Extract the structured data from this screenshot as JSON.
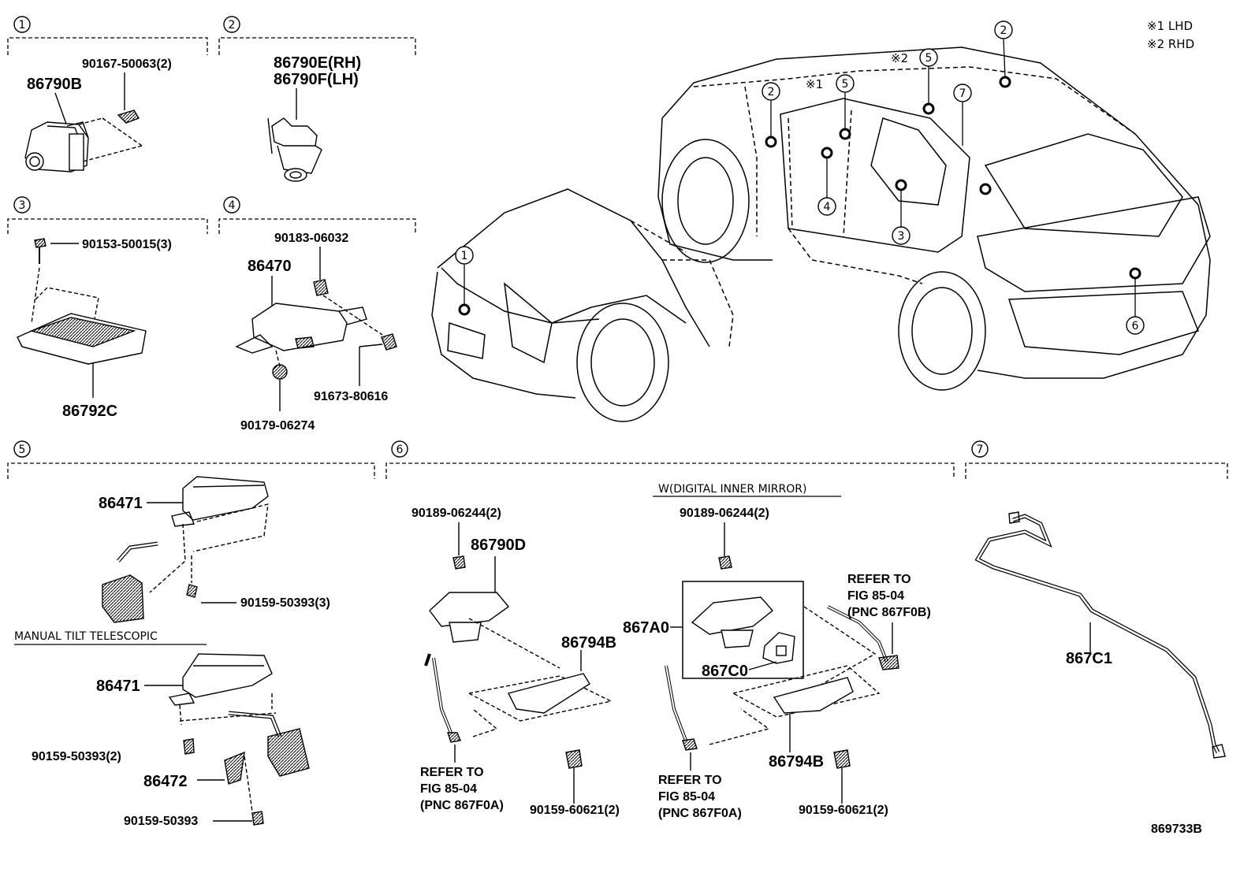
{
  "legend": {
    "lhd": "※1 LHD",
    "rhd": "※2 RHD"
  },
  "figure_id": "869733B",
  "sections": {
    "s1": {
      "num": "1",
      "parts": {
        "main": "86790B",
        "bolt": "90167-50063(2)"
      }
    },
    "s2": {
      "num": "2",
      "parts": {
        "rh": "86790E(RH)",
        "lh": "86790F(LH)"
      }
    },
    "s3": {
      "num": "3",
      "parts": {
        "main": "86792C",
        "bolt": "90153-50015(3)"
      }
    },
    "s4": {
      "num": "4",
      "parts": {
        "main": "86470",
        "clip": "90183-06032",
        "bolt": "91673-80616",
        "nut": "90179-06274"
      }
    },
    "s5": {
      "num": "5",
      "parts": {
        "upper": "86471",
        "screw3": "90159-50393(3)",
        "variant": "MANUAL TILT TELESCOPIC",
        "lower": "86471",
        "screw2": "90159-50393(2)",
        "bracket": "86472",
        "screw": "90159-50393"
      }
    },
    "s6": {
      "num": "6",
      "parts": {
        "clipA": "90189-06244(2)",
        "cam": "86790D",
        "cover": "86794B",
        "screwA": "90159-60621(2)",
        "refA1": "REFER TO",
        "refA2": "FIG 85-04",
        "refA3": "(PNC 867F0A)",
        "variant": "W(DIGITAL INNER MIRROR)",
        "clipB": "90189-06244(2)",
        "camB": "867A0",
        "camC": "867C0",
        "coverB": "86794B",
        "screwB": "90159-60621(2)",
        "refB1": "REFER TO",
        "refB2": "FIG 85-04",
        "refB3": "(PNC 867F0A)",
        "refC1": "REFER TO",
        "refC2": "FIG 85-04",
        "refC3": "(PNC 867F0B)"
      }
    },
    "s7": {
      "num": "7",
      "parts": {
        "cable": "867C1"
      }
    }
  },
  "callouts": [
    {
      "num": "1"
    },
    {
      "num": "2"
    },
    {
      "num": "2"
    },
    {
      "num": "3"
    },
    {
      "num": "4"
    },
    {
      "num": "5"
    },
    {
      "num": "5"
    },
    {
      "num": "6"
    },
    {
      "num": "7"
    }
  ],
  "callout_marks": {
    "m1": "※1",
    "m2": "※2"
  }
}
